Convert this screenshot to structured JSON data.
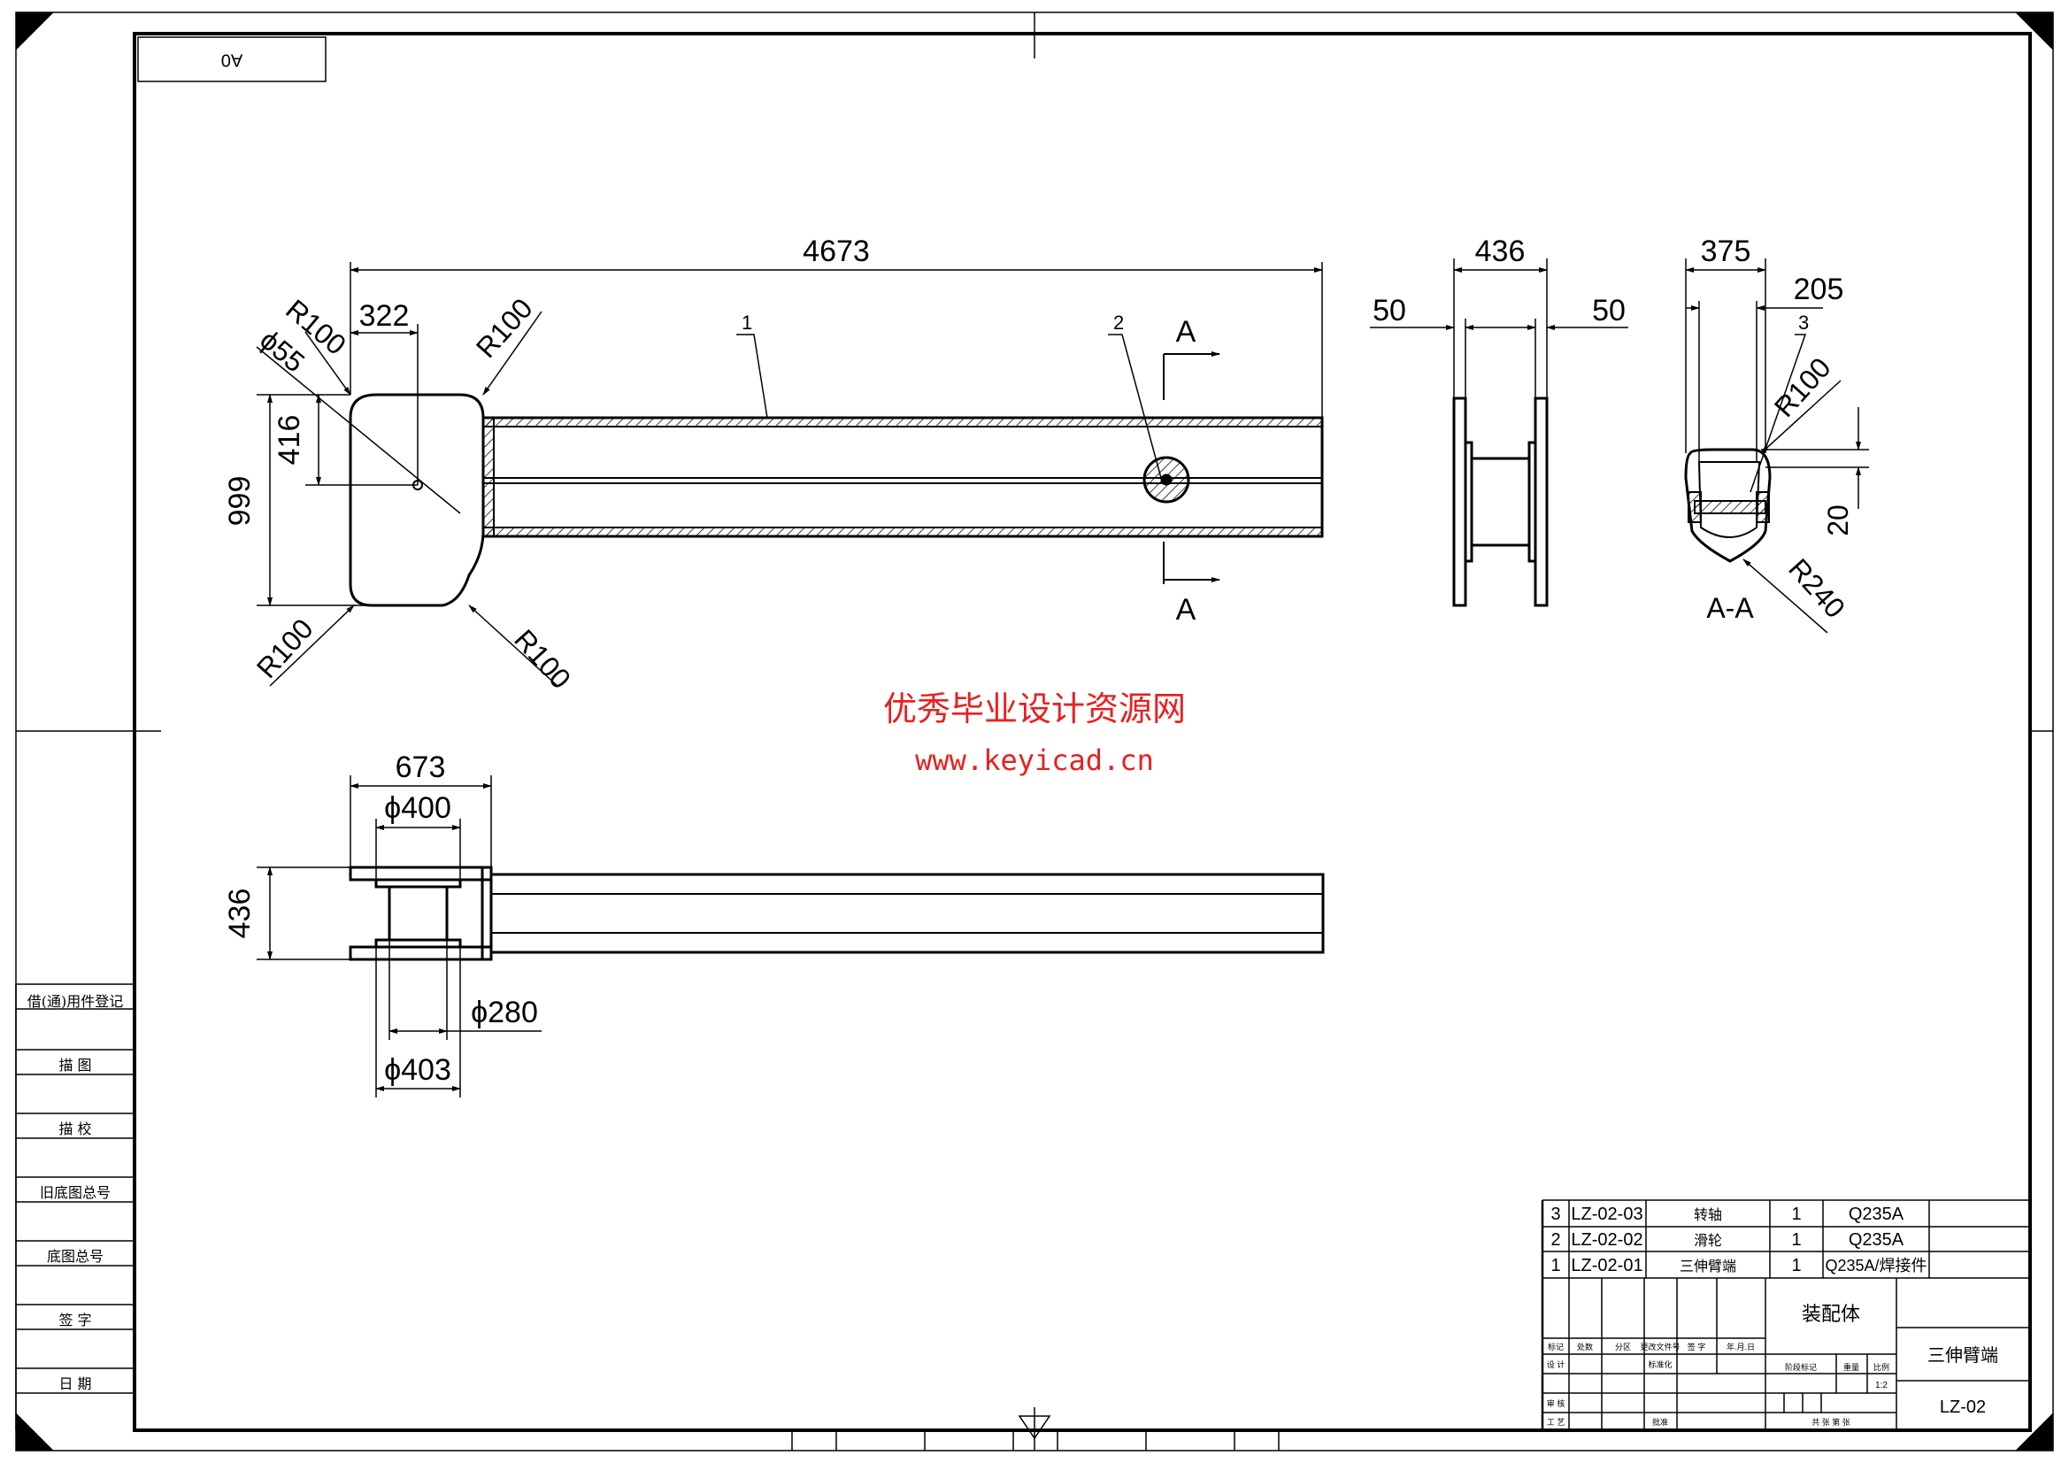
{
  "sheet": {
    "format_stamp": "A0",
    "watermark_title": "优秀毕业设计资源网",
    "watermark_url": "www.keyicad.cn"
  },
  "side_labels": [
    "借(通)用件登记",
    "描 图",
    "描 校",
    "旧底图总号",
    "底图总号",
    "签 字",
    "日 期"
  ],
  "dimensions": {
    "overall_length": "4673",
    "head_width": "322",
    "head_height": "999",
    "hole_offset": "416",
    "hole_dia": "ϕ55",
    "r_top_left": "R100",
    "r_top_right": "R100",
    "r_bottom_left": "R100",
    "r_bottom_right": "R100",
    "end_width": "436",
    "end_margin_left": "50",
    "end_margin_right": "50",
    "sec_width": "375",
    "sec_inner": "205",
    "sec_r_top": "R100",
    "sec_r_bottom": "R240",
    "sec_depth": "20",
    "bottom_width": "673",
    "bottom_dia_top": "ϕ400",
    "bottom_height": "436",
    "bottom_dia_inner": "ϕ280",
    "bottom_dia_lower": "ϕ403"
  },
  "labels": {
    "leader_1": "1",
    "leader_2": "2",
    "leader_3": "3",
    "section_mark_top": "A",
    "section_mark_bottom": "A",
    "section_title": "A-A"
  },
  "bom": [
    {
      "no": "3",
      "code": "LZ-02-03",
      "name": "转轴",
      "qty": "1",
      "material": "Q235A"
    },
    {
      "no": "2",
      "code": "LZ-02-02",
      "name": "滑轮",
      "qty": "1",
      "material": "Q235A"
    },
    {
      "no": "1",
      "code": "LZ-02-01",
      "name": "三伸臂端",
      "qty": "1",
      "material": "Q235A/焊接件"
    }
  ],
  "title_block": {
    "assembly": "装配体",
    "part_name": "三伸臂端",
    "drawing_no": "LZ-02",
    "scale": "1:2",
    "headers": [
      "标记",
      "处数",
      "分区",
      "更改文件号",
      "签 字",
      "年.月.日"
    ],
    "row_design": "设 计",
    "row_standard": "标准化",
    "row_stage": "阶段标记",
    "row_weight": "重量",
    "row_ratio": "比例",
    "row_check": "审 核",
    "row_process": "工 艺",
    "row_approve": "批准",
    "row_sheets": "共 张 第 张"
  }
}
